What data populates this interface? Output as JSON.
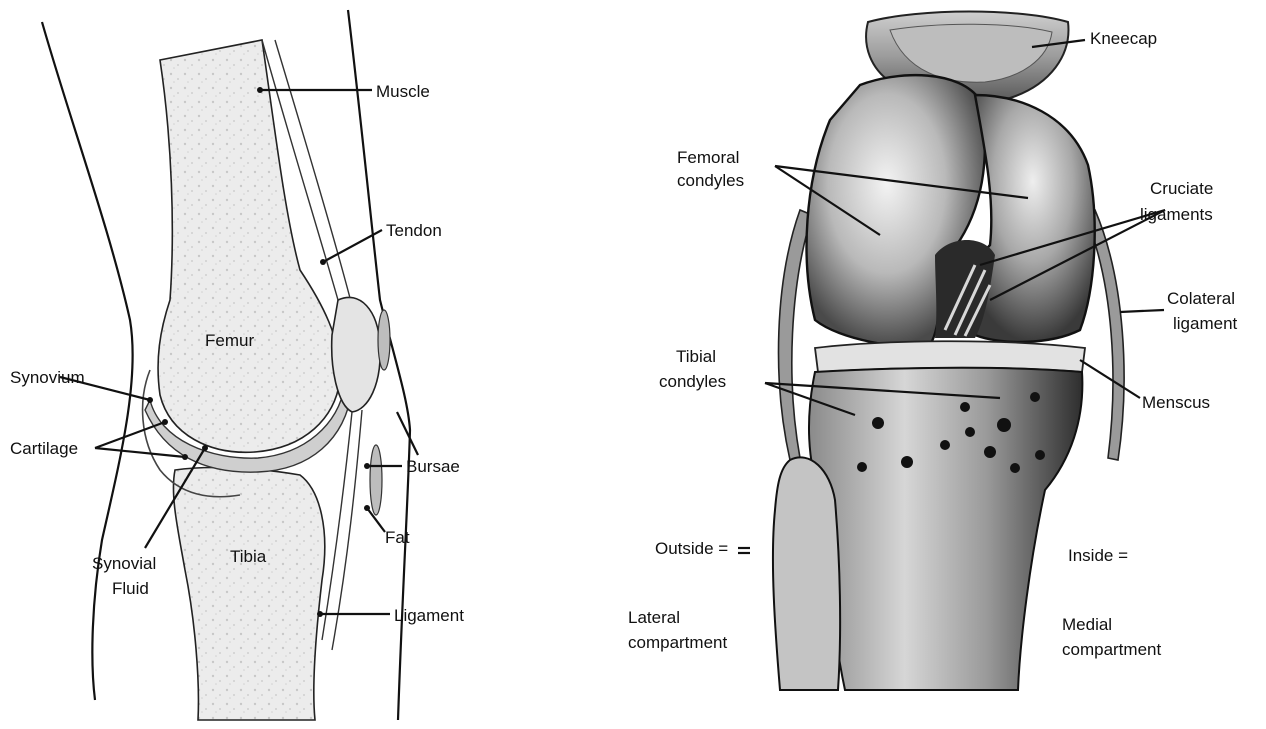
{
  "left_diagram": {
    "labels": {
      "muscle": "Muscle",
      "tendon": "Tendon",
      "femur": "Femur",
      "synovium": "Synovium",
      "cartilage": "Cartilage",
      "bursae": "Bursae",
      "fat": "Fat",
      "synovial_fluid_1": "Synovial",
      "synovial_fluid_2": "Fluid",
      "tibia": "Tibia",
      "ligament": "Ligament"
    }
  },
  "right_diagram": {
    "labels": {
      "kneecap": "Kneecap",
      "femoral_condyles_1": "Femoral",
      "femoral_condyles_2": "condyles",
      "cruciate_1": "Cruciate",
      "cruciate_2": "ligaments",
      "colateral_1": "Colateral",
      "colateral_2": "ligament",
      "tibial_condyles_1": "Tibial",
      "tibial_condyles_2": "condyles",
      "menscus": "Menscus",
      "outside": "Outside =",
      "inside": "Inside =",
      "lateral_1": "Lateral",
      "lateral_2": "compartment",
      "medial_1": "Medial",
      "medial_2": "compartment"
    }
  }
}
